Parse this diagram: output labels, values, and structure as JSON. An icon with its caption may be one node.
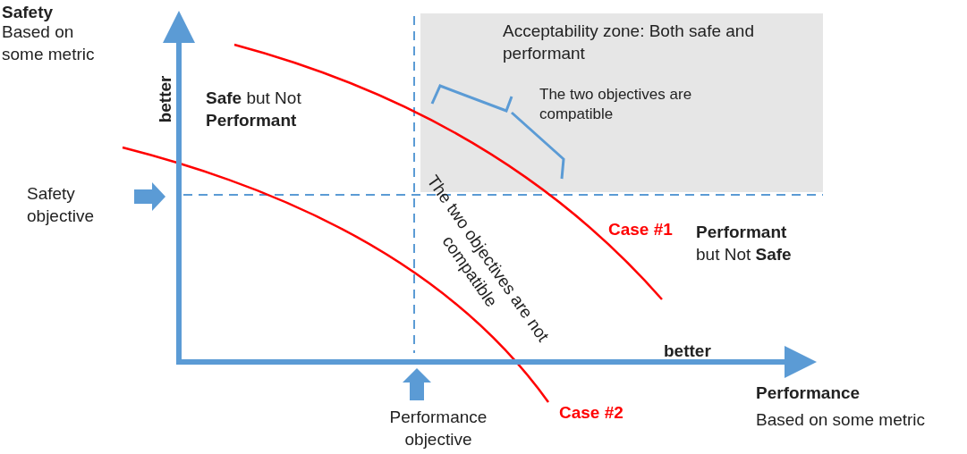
{
  "diagram": {
    "nodes": [
      {
        "text": [
          "Acceptability zone: Both safe and performant",
          "The two objectives are compatible"
        ]
      }
    ],
    "edges": [],
    "labels": [
      "Safety",
      "Based on some metric",
      "better",
      "**Safe** but Not **Performant**",
      "Safety objective",
      "The two objectives are not compatible",
      "Case #1",
      "**Performant** but Not **Safe**",
      "better",
      "Performance",
      "Based on some metric",
      "Case #2",
      "Performance objective"
    ]
  }
}
